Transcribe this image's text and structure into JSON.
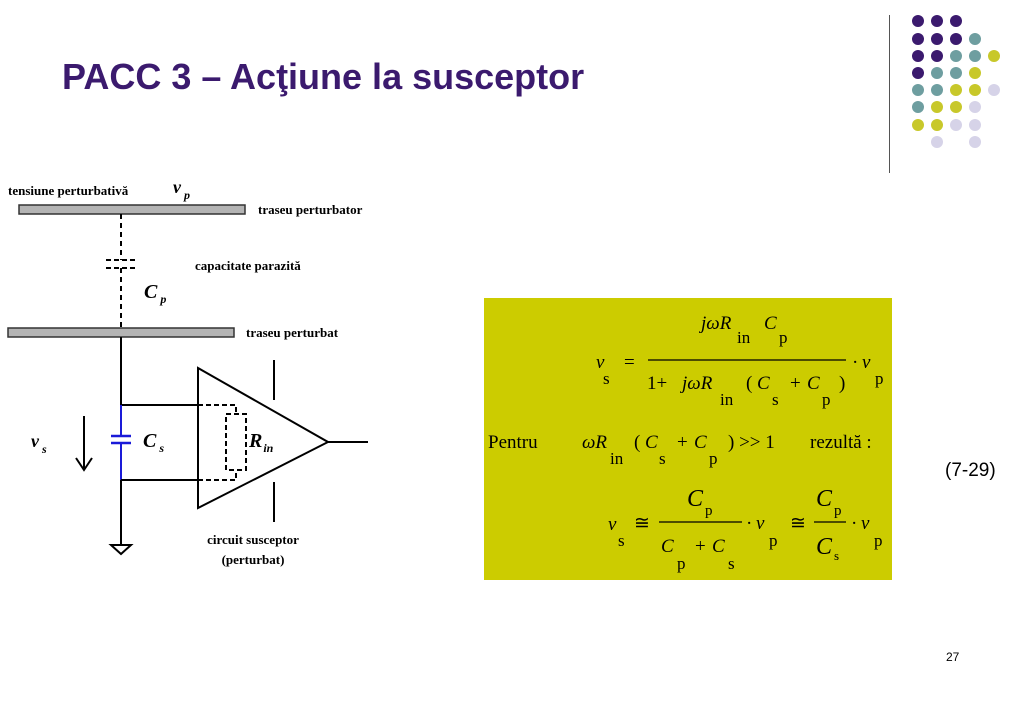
{
  "title": "PACC 3 – Acţiune la susceptor",
  "page_number": "27",
  "equation_number": "(7-29)",
  "colors": {
    "title": "#3b1a6e",
    "purple": "#3b1a6e",
    "teal": "#6e9ea0",
    "yellow": "#c8c82a",
    "lavender": "#d6d3e8",
    "formula_box": "#cccc00",
    "trace": "#b4b4b4",
    "capacitor": "#1a1ad8"
  },
  "circuit": {
    "label_disturbing_voltage": "tensiune perturbativă",
    "label_disturbing_trace": "traseu perturbator",
    "label_parasitic_capacitance": "capacitate parazită",
    "label_disturbed_trace": "traseu perturbat",
    "label_circuit_line1": "circuit susceptor",
    "label_circuit_line2": "(perturbat)",
    "sym_v": "v",
    "sub_p": "p",
    "sym_C": "C",
    "sub_s": "s",
    "sym_R": "R",
    "sub_in": "in"
  },
  "formula": {
    "vs": "v",
    "s": "s",
    "eq": "=",
    "num_j_omega_R": "jωR",
    "in": "in",
    "C": "C",
    "p": "p",
    "dot": "·",
    "v": "v",
    "one_plus": "1+",
    "j_omega_R": "jωR",
    "open": "(",
    "plus": "+",
    "close": ")",
    "pentru": "Pentru",
    "omega_R": "ωR",
    "much_greater": ") >> 1",
    "rezulta": "rezultă :",
    "approx": "≅"
  }
}
